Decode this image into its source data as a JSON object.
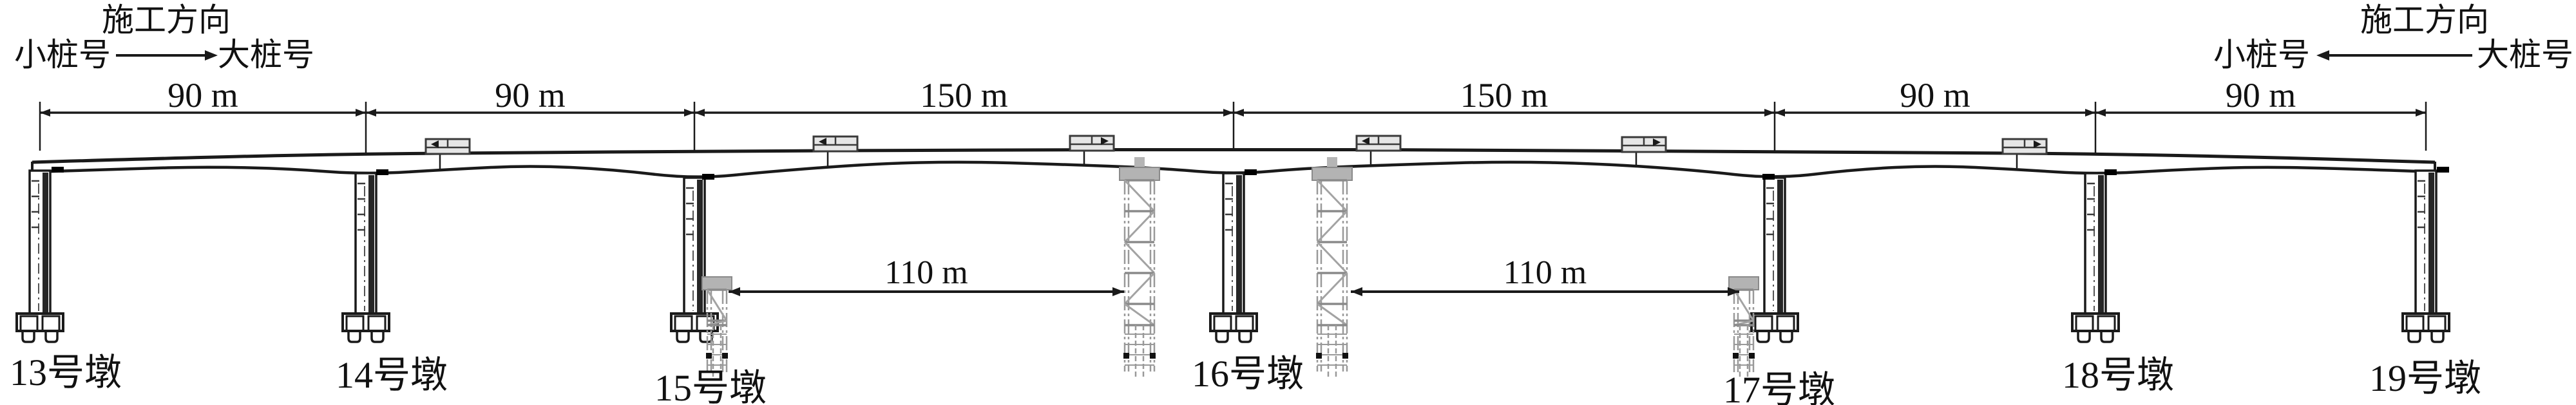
{
  "diagram": {
    "kind": "bridge-construction-elevation",
    "direction_notes": {
      "left": {
        "title": "施工方向",
        "from": "小桩号",
        "to": "大桩号",
        "arrow": "right"
      },
      "right": {
        "title": "施工方向",
        "from": "小桩号",
        "to": "大桩号",
        "arrow": "left"
      }
    },
    "main_dimension_labels": [
      "90 m",
      "90 m",
      "150 m",
      "150 m",
      "90 m",
      "90 m"
    ],
    "closure_dimension_labels": [
      "110 m",
      "110 m"
    ],
    "pier_labels": [
      "13号墩",
      "14号墩",
      "15号墩",
      "16号墩",
      "17号墩",
      "18号墩",
      "19号墩"
    ],
    "equipment": {
      "form_traveler_count": 6,
      "temporary_tower_count": 4
    },
    "colors": {
      "ink": "#1a1a1a",
      "tower_gray": "#999999",
      "paper": "#ffffff"
    }
  }
}
